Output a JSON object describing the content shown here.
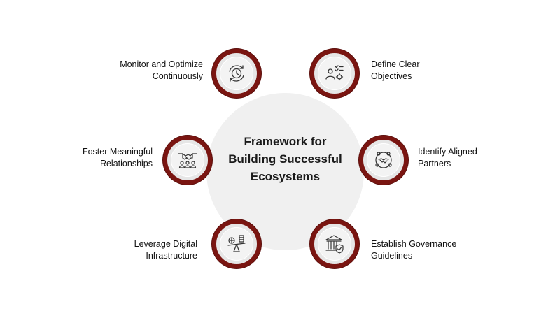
{
  "center": {
    "line1": "Framework for",
    "line2": "Building Successful",
    "line3": "Ecosystems"
  },
  "colors": {
    "ring": "#7a1511",
    "center_bg": "#f0f0f0",
    "icon_stroke": "#333333"
  },
  "items": [
    {
      "line1": "Monitor and Optimize",
      "line2": "Continuously",
      "icon": "cycle-clock-icon"
    },
    {
      "line1": "Define Clear",
      "line2": "Objectives",
      "icon": "people-checklist-icon"
    },
    {
      "line1": "Foster Meaningful",
      "line2": "Relationships",
      "icon": "handshake-team-icon"
    },
    {
      "line1": "Identify Aligned",
      "line2": "Partners",
      "icon": "handshake-circle-icon"
    },
    {
      "line1": "Leverage Digital",
      "line2": "Infrastructure",
      "icon": "balance-scale-icon"
    },
    {
      "line1": "Establish Governance",
      "line2": "Guidelines",
      "icon": "institution-shield-icon"
    }
  ]
}
